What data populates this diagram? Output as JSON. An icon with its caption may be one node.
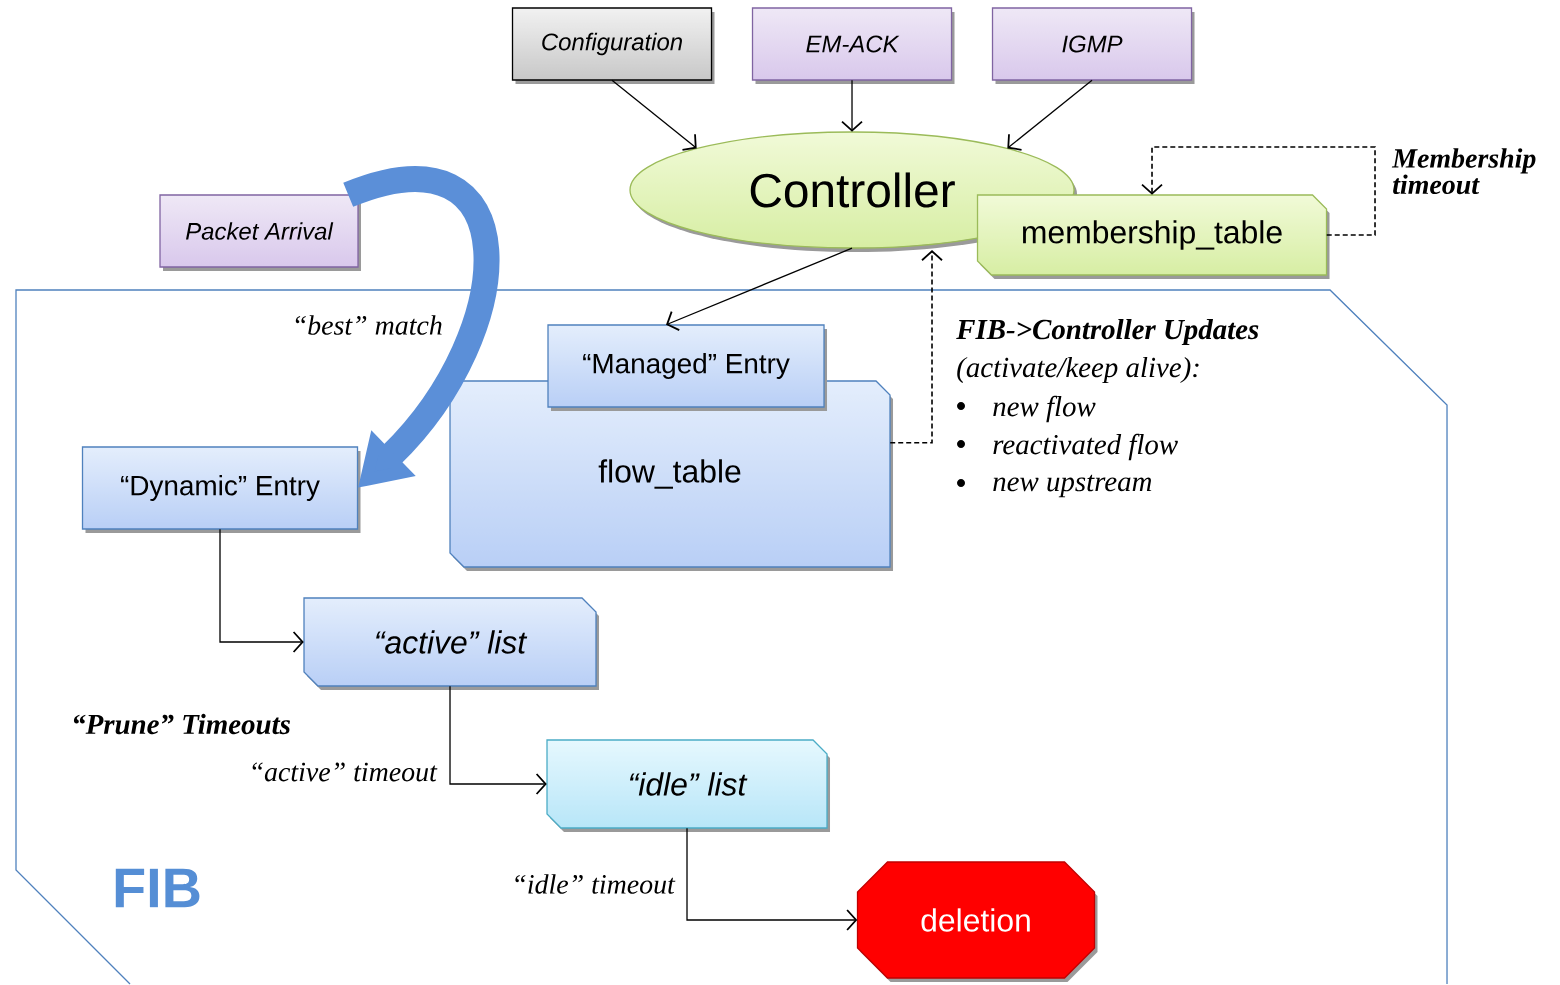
{
  "diagram": {
    "nodes": [
      {
        "text": [
          "Configuration"
        ]
      },
      {
        "text": [
          "EM-ACK"
        ]
      },
      {
        "text": [
          "IGMP"
        ]
      },
      {
        "text": [
          "Controller"
        ]
      },
      {
        "text": [
          "membership_table"
        ]
      },
      {
        "text": [
          "Packet Arrival"
        ]
      },
      {
        "text": [
          "FIB"
        ]
      },
      {
        "text": [
          "flow_table"
        ],
        "in": 6
      },
      {
        "text": [
          "“Managed” Entry"
        ],
        "in": 6
      },
      {
        "text": [
          "“Dynamic” Entry"
        ],
        "in": 6
      },
      {
        "text": [
          "“active” list"
        ],
        "in": 6
      },
      {
        "text": [
          "“idle” list"
        ],
        "in": 6
      },
      {
        "text": [
          "deletion"
        ],
        "in": 6
      }
    ],
    "edges": [
      {
        "from": 0,
        "to": 3,
        "arrow": "to"
      },
      {
        "from": 1,
        "to": 3,
        "arrow": "to"
      },
      {
        "from": 2,
        "to": 3,
        "arrow": "to"
      },
      {
        "from": 4,
        "to": 4,
        "arrow": "to",
        "style": "dashed",
        "label": "Membership timeout"
      },
      {
        "from": 3,
        "to": 8,
        "arrow": "to"
      },
      {
        "from": 7,
        "to": 3,
        "arrow": "to",
        "style": "dashed"
      },
      {
        "from": 5,
        "to": 9,
        "arrow": "to",
        "style": "thick",
        "color": "#5b8fd8",
        "label": "“best” match"
      },
      {
        "from": 9,
        "to": 10,
        "arrow": "to"
      },
      {
        "from": 10,
        "to": 11,
        "arrow": "to",
        "label": "“active” timeout"
      },
      {
        "from": 11,
        "to": 12,
        "arrow": "to",
        "label": "“idle” timeout"
      }
    ],
    "labels": [
      "FIB->Controller Updates",
      "(activate/keep alive):",
      "new flow",
      "reactivated flow",
      "new upstream",
      "“Prune” Timeouts"
    ]
  }
}
